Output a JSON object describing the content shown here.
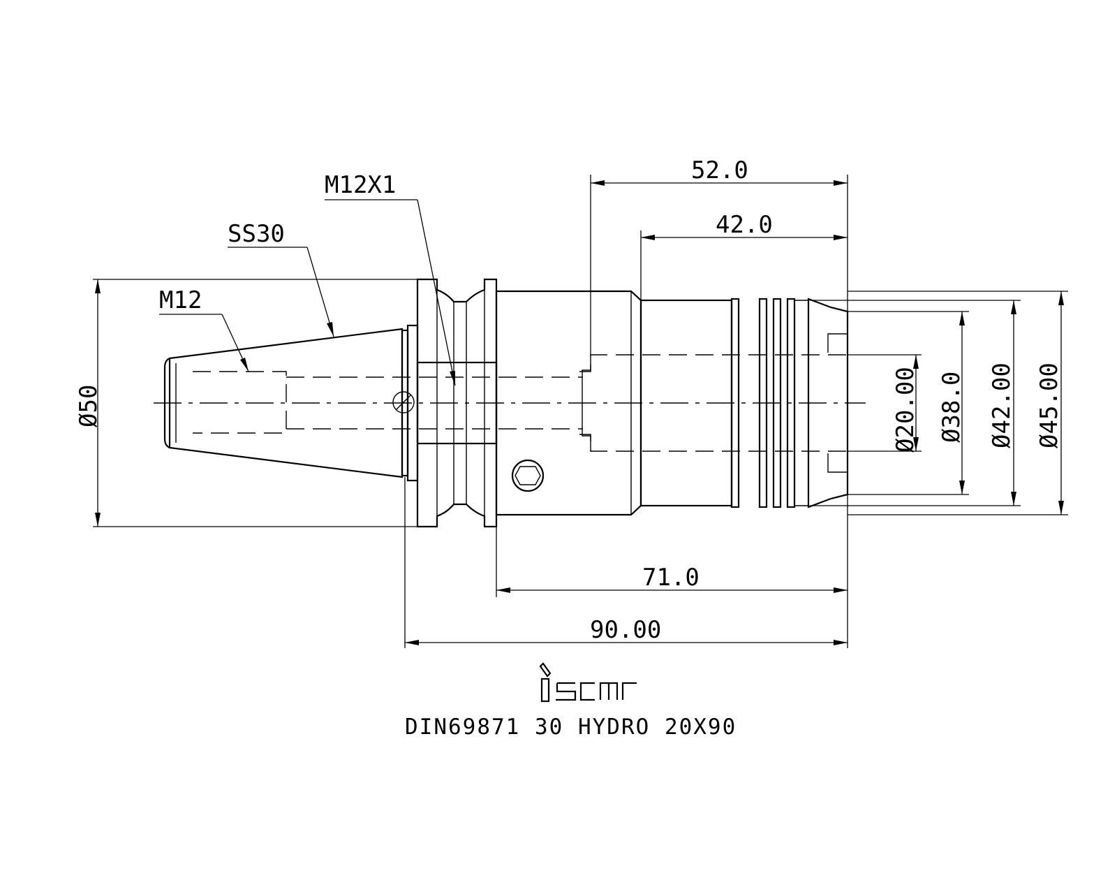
{
  "labels": {
    "m12x1": "M12X1",
    "ss30": "SS30",
    "m12": "M12"
  },
  "dimensions": {
    "d52": "52.0",
    "d42": "42.0",
    "d71": "71.0",
    "d90": "90.00",
    "dia50": "Ø50",
    "dia20": "Ø20.00",
    "dia38": "Ø38.0",
    "dia42": "Ø42.00",
    "dia45": "Ø45.00"
  },
  "brand": {
    "logo_text": "iscar"
  },
  "title_block": {
    "designation": "DIN69871 30 HYDRO 20X90"
  }
}
